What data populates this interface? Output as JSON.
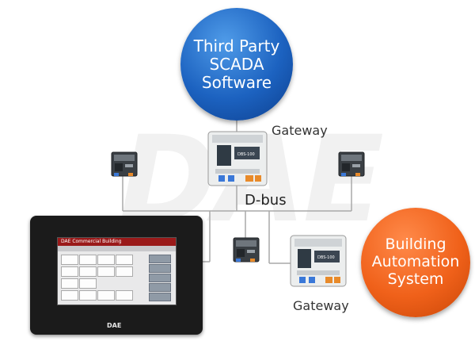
{
  "diagram": {
    "watermark": "DAE",
    "scada": {
      "lines": [
        "Third Party",
        "SCADA",
        "Software"
      ],
      "color": "#1c62c0"
    },
    "bas": {
      "lines": [
        "Building",
        "Automation",
        "System"
      ],
      "color": "#f0611a"
    },
    "gateway_top_label": "Gateway",
    "gateway_bottom_label": "Gateway",
    "bus_label": "D-bus",
    "hmi": {
      "title": "DAE Commercial Building",
      "logo": "DAE"
    }
  }
}
